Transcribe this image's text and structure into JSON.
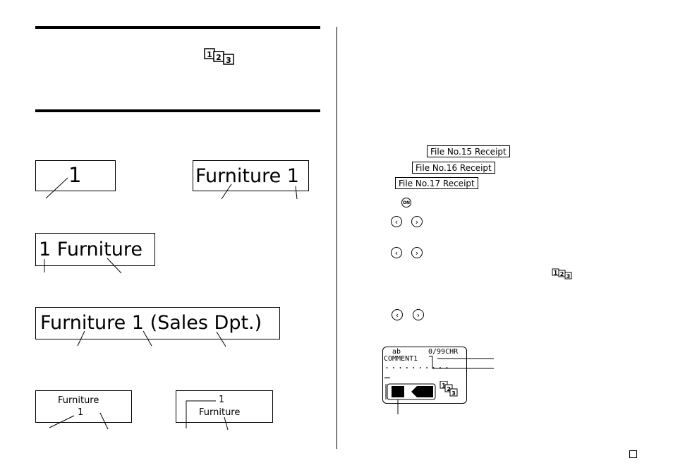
{
  "left_examples": {
    "ex1": "1",
    "ex2": "Furniture 1",
    "ex3": "1 Furniture",
    "ex4": "Furniture 1 (Sales Dpt.)",
    "ex5_line1": "Furniture",
    "ex5_line2": "1",
    "ex6_line1": "1",
    "ex6_line2": "Furniture"
  },
  "right_panel": {
    "file_labels": [
      "File No.15 Receipt",
      "File No.16 Receipt",
      "File No.17 Receipt"
    ],
    "on_key": "ON",
    "left_arrow": "‹",
    "right_arrow": "›"
  },
  "lcd": {
    "mode": "ab",
    "counter": "0/99CHR",
    "field": "COMMENT1",
    "dots": "..........",
    "cursor": "_"
  },
  "icon_numbers": [
    "1",
    "2",
    "3"
  ]
}
